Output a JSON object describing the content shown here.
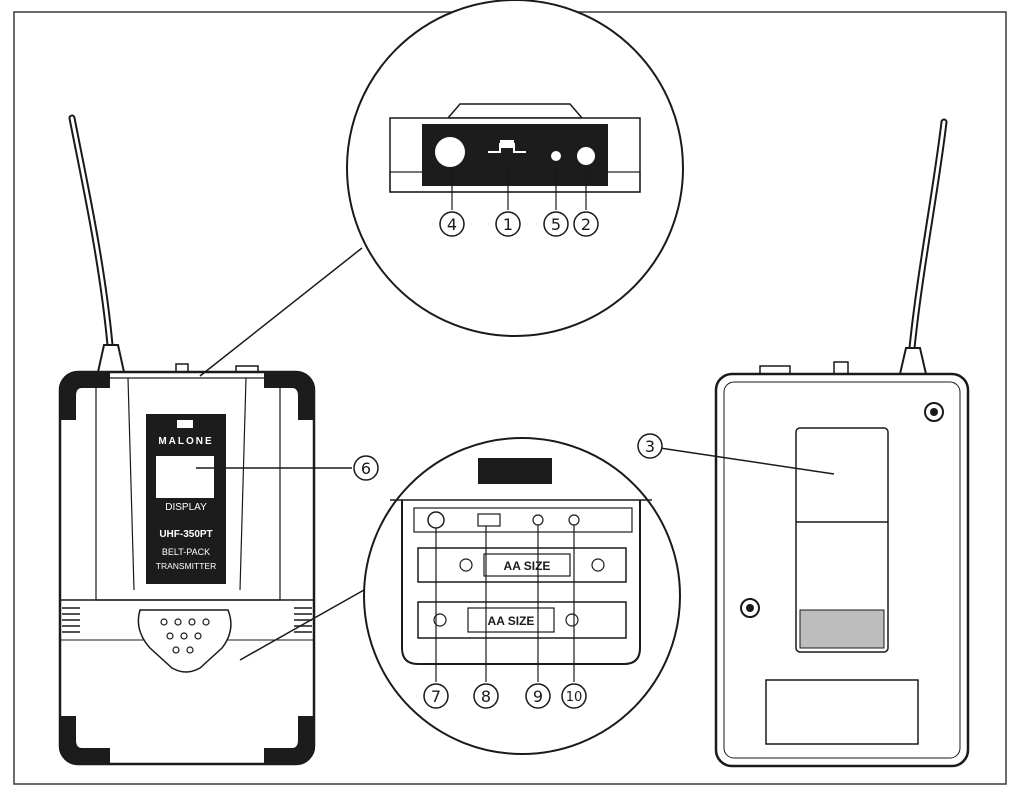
{
  "front_panel": {
    "brand": "MALONE",
    "display_label": "DISPLAY",
    "model": "UHF-350PT",
    "type_line1": "BELT-PACK",
    "type_line2": "TRANSMITTER"
  },
  "battery_compartment": {
    "battery_upper_label": "AA SIZE",
    "battery_lower_label": "AA SIZE"
  },
  "callouts": {
    "c1": "1",
    "c2": "2",
    "c3": "3",
    "c4": "4",
    "c5": "5",
    "c6": "6",
    "c7": "7",
    "c8": "8",
    "c9": "9",
    "c10": "10"
  },
  "colors": {
    "line": "#1a1a1a",
    "dark_fill": "#1c1c1c",
    "grey_fill": "#bdbdbd",
    "frame": "#3a3a3a"
  }
}
